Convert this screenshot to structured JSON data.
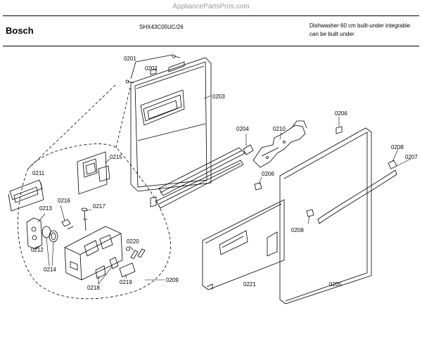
{
  "watermark": "AppliancePartsPros.com",
  "header": {
    "brand": "Bosch",
    "model": "SHX43C05UC/26",
    "description_line1": "Dishwasher 60 cm built-under integrable",
    "description_line2": "can be built under"
  },
  "callouts": {
    "p0201": "0201",
    "p0202": "0202",
    "p0203": "0203",
    "p0204": "0204",
    "p0205": "0205",
    "p0206a": "0206",
    "p0206b": "0206",
    "p0207": "0207",
    "p0208a": "0208",
    "p0208b": "0208",
    "p0209": "0209",
    "p0210": "0210",
    "p0211": "0211",
    "p0212": "0212",
    "p0213": "0213",
    "p0214": "0214",
    "p0215": "0215",
    "p0216": "0216",
    "p0217": "0217",
    "p0218": "0218",
    "p0219": "0219",
    "p0220": "0220",
    "p0221": "0221"
  }
}
